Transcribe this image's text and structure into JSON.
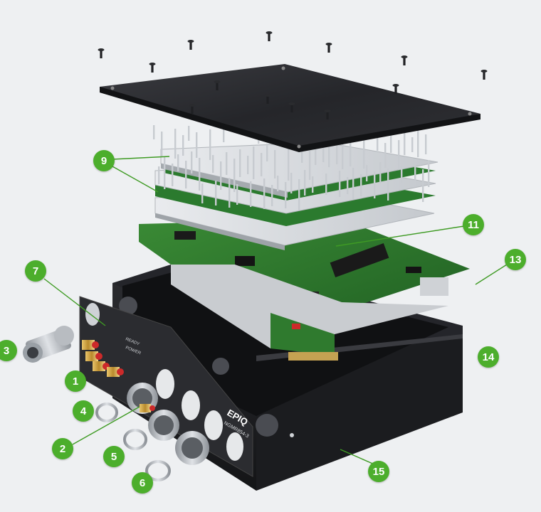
{
  "colors": {
    "background": "#eef0f2",
    "callout": "#4cae2c",
    "leader_line": "#3f9b24",
    "pcb": "#2f7a2e",
    "enclosure": "#1c1d20",
    "panel": "#2b2c30",
    "plate": "#d5d8dc"
  },
  "labels": {
    "brand": "EPIQ",
    "model": "NGMR854-3",
    "ready": "READY",
    "power": "POWER"
  },
  "callouts": [
    {
      "id": "c9",
      "text": "9",
      "meaning": "stacked circuit boards"
    },
    {
      "id": "c11",
      "text": "11",
      "meaning": "main board"
    },
    {
      "id": "c13",
      "text": "13",
      "meaning": "card edge board"
    },
    {
      "id": "c7",
      "text": "7",
      "meaning": "front panel"
    },
    {
      "id": "c3",
      "text": "3",
      "meaning": "coax connector"
    },
    {
      "id": "c1",
      "text": "1",
      "meaning": "sma connectors"
    },
    {
      "id": "c4",
      "text": "4",
      "meaning": "lock ring"
    },
    {
      "id": "c2",
      "text": "2",
      "meaning": "sma connector"
    },
    {
      "id": "c5",
      "text": "5",
      "meaning": "lock ring"
    },
    {
      "id": "c6",
      "text": "6",
      "meaning": "lock ring"
    },
    {
      "id": "c14",
      "text": "14",
      "meaning": "enclosure"
    },
    {
      "id": "c15",
      "text": "15",
      "meaning": "enclosure base"
    }
  ]
}
